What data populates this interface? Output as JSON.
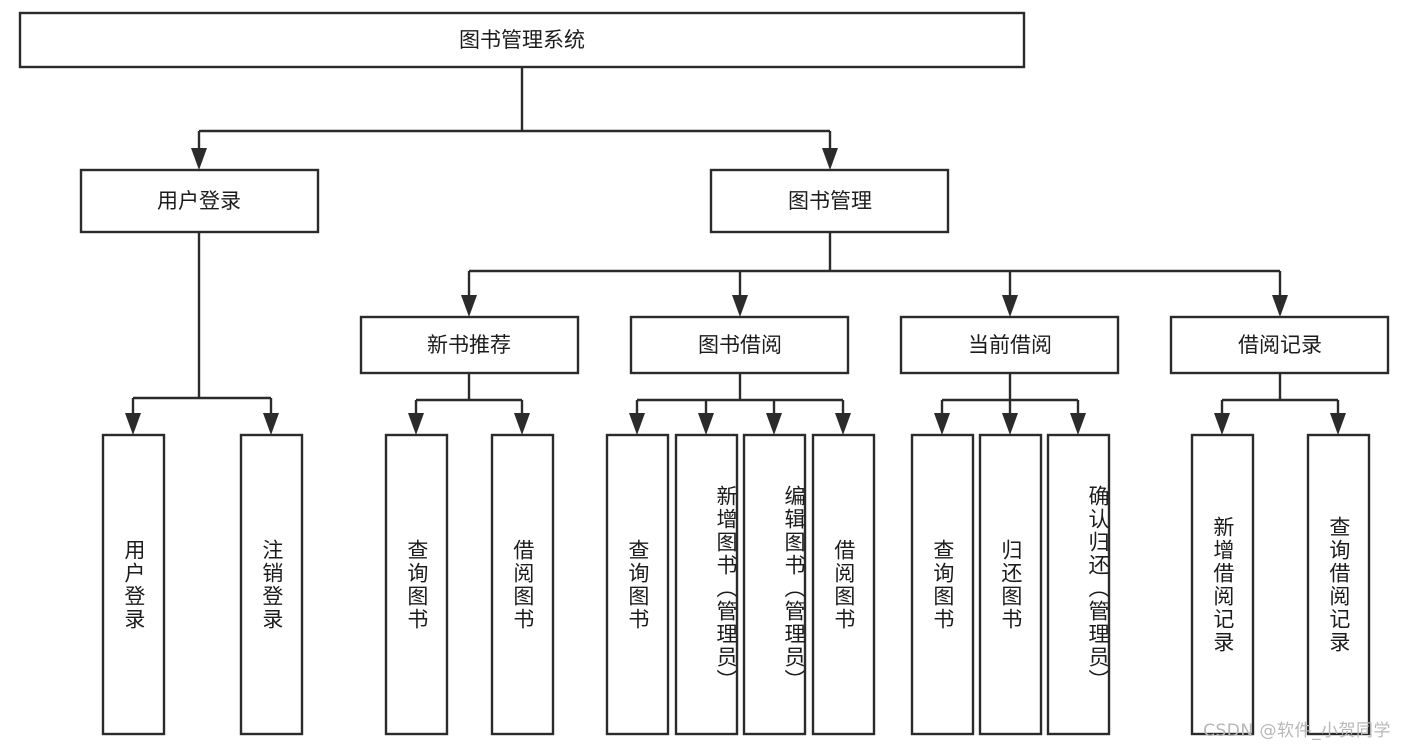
{
  "diagram": {
    "type": "tree",
    "title_node": "图书管理系统",
    "watermark": "CSDN @软件_小贺同学",
    "colors": {
      "stroke": "#2b2b2b",
      "box_fill": "#ffffff",
      "text": "#1c1c1c",
      "background": "#ffffff",
      "watermark": "#b8b8b8"
    },
    "levels": {
      "root": {
        "label": "图书管理系统"
      },
      "level2": [
        {
          "label": "用户登录"
        },
        {
          "label": "图书管理"
        }
      ],
      "level3": [
        {
          "label": "新书推荐"
        },
        {
          "label": "图书借阅"
        },
        {
          "label": "当前借阅"
        },
        {
          "label": "借阅记录"
        }
      ],
      "leaves": [
        {
          "label": "用户登录",
          "parent": "用户登录"
        },
        {
          "label": "注销登录",
          "parent": "用户登录"
        },
        {
          "label": "查询图书",
          "parent": "新书推荐"
        },
        {
          "label": "借阅图书",
          "parent": "新书推荐"
        },
        {
          "label": "查询图书",
          "parent": "图书借阅"
        },
        {
          "label": "新增图书（管理员）",
          "parent": "图书借阅"
        },
        {
          "label": "编辑图书（管理员）",
          "parent": "图书借阅"
        },
        {
          "label": "借阅图书",
          "parent": "图书借阅"
        },
        {
          "label": "查询图书",
          "parent": "当前借阅"
        },
        {
          "label": "归还图书",
          "parent": "当前借阅"
        },
        {
          "label": "确认归还（管理员）",
          "parent": "当前借阅"
        },
        {
          "label": "新增借阅记录",
          "parent": "借阅记录"
        },
        {
          "label": "查询借阅记录",
          "parent": "借阅记录"
        }
      ]
    }
  }
}
